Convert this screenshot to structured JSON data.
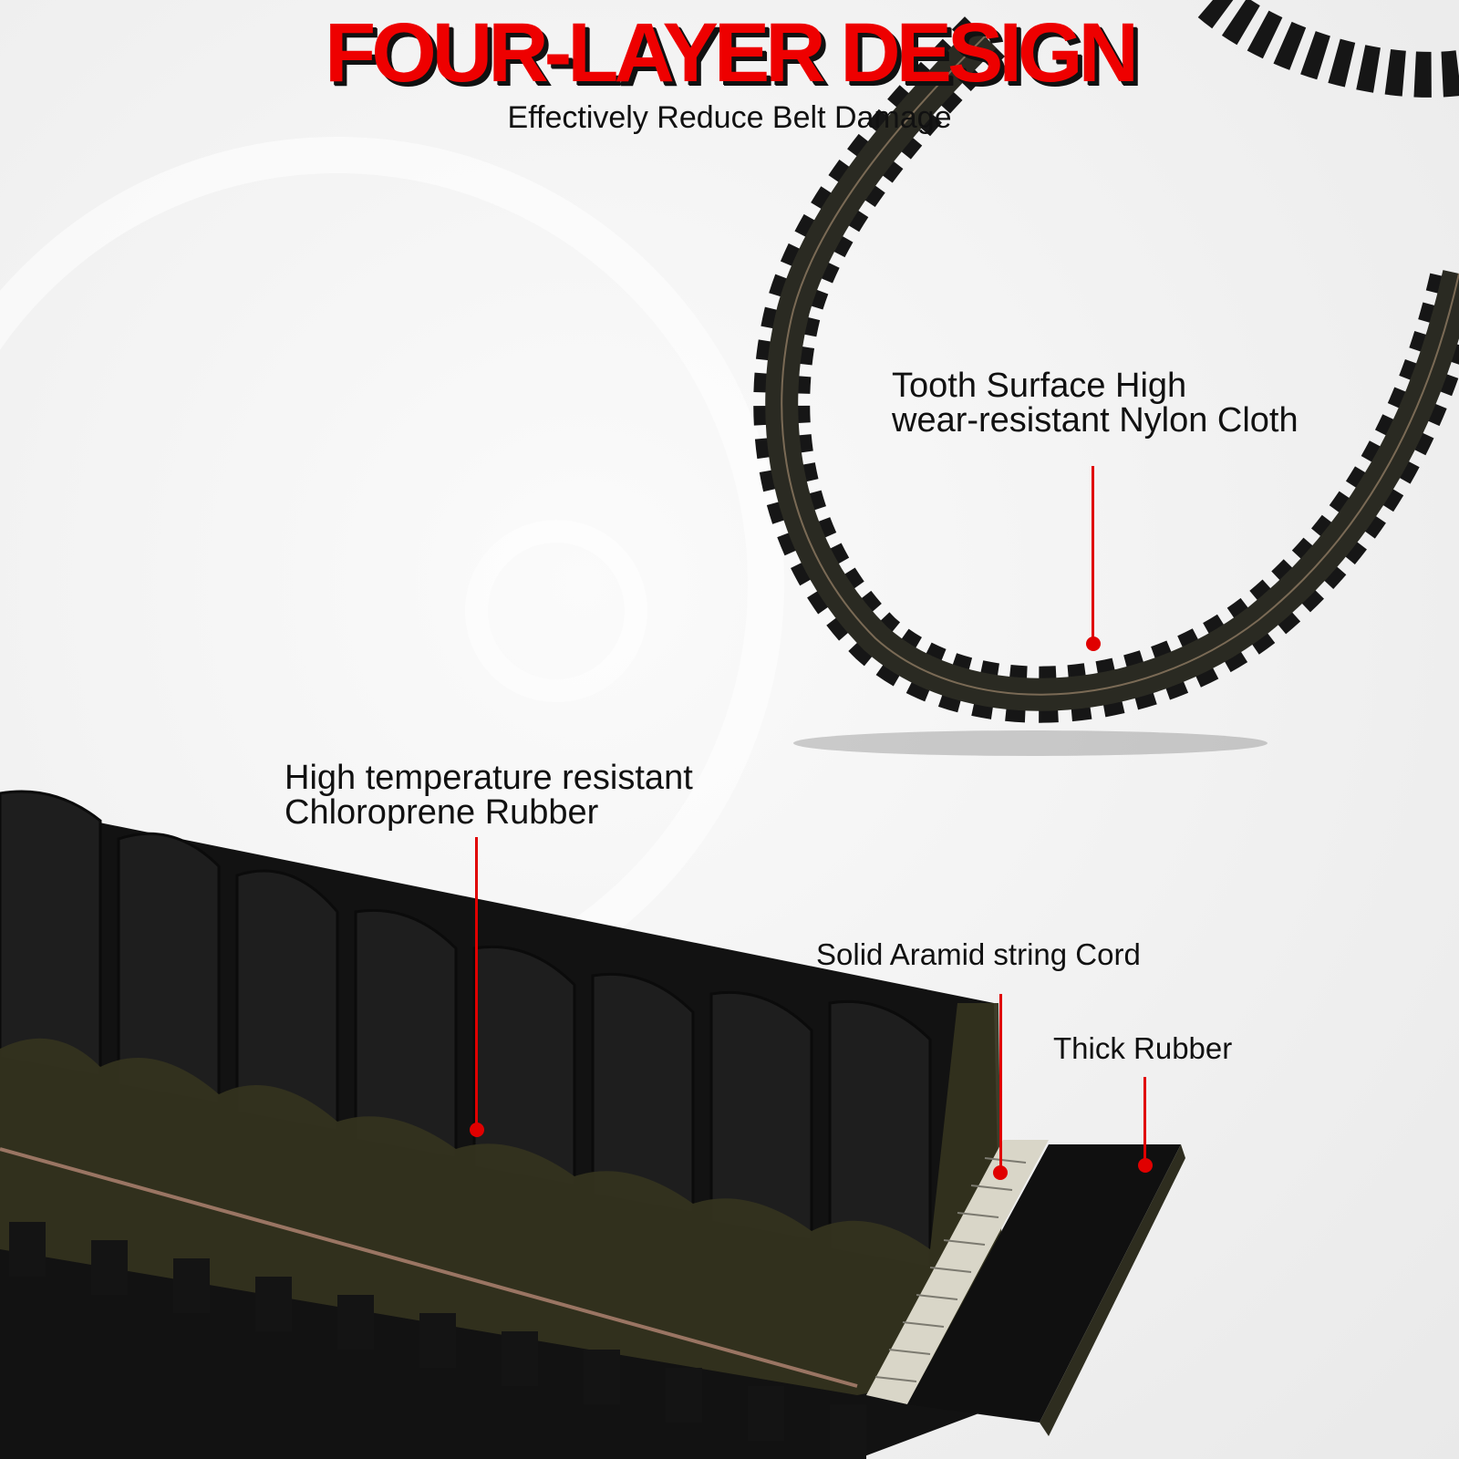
{
  "header": {
    "title": "FOUR-LAYER DESIGN",
    "subtitle": "Effectively Reduce Belt Damage"
  },
  "callouts": [
    {
      "id": "nylon-cloth",
      "text_line1": "Tooth Surface High",
      "text_line2": "wear-resistant Nylon Cloth"
    },
    {
      "id": "chloroprene-rubber",
      "text_line1": "High temperature resistant",
      "text_line2": "Chloroprene Rubber"
    },
    {
      "id": "aramid-cord",
      "text_line1": "Solid Aramid string Cord"
    },
    {
      "id": "thick-rubber",
      "text_line1": "Thick Rubber"
    }
  ],
  "colors": {
    "title_red": "#ee0000",
    "leader_red": "#e00000",
    "belt_black": "#151515",
    "cloth_olive": "#3b3a26"
  }
}
